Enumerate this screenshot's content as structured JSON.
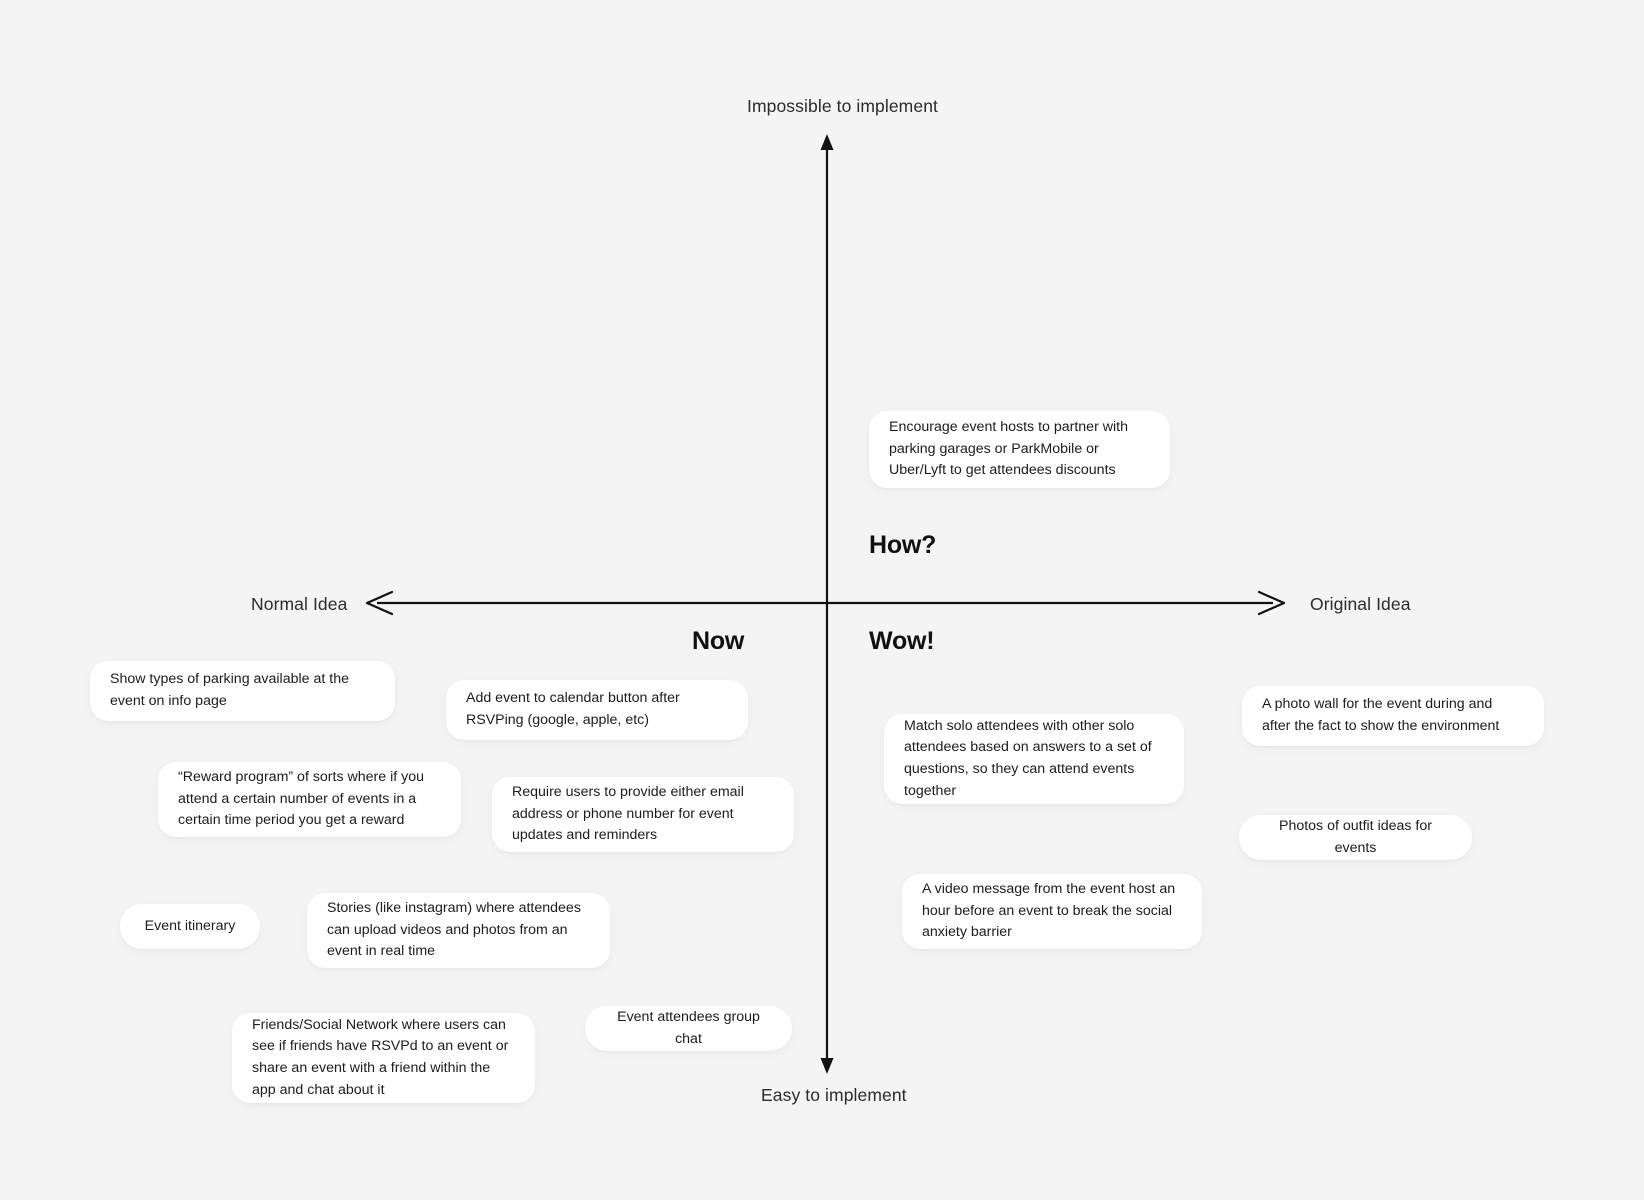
{
  "board": {
    "background_color": "#f4f4f4",
    "note_color": "#ffffff",
    "text_color": "#1c1c1c"
  },
  "axes": {
    "vertical": {
      "top_label": "Impossible to implement",
      "bottom_label": "Easy to implement"
    },
    "horizontal": {
      "left_label": "Normal Idea",
      "right_label": "Original Idea"
    }
  },
  "quadrants": {
    "top_right": "How?",
    "bottom_left": "Now",
    "bottom_right": "Wow!"
  },
  "notes": [
    {
      "id": "note-parking-partners",
      "quadrant": "how",
      "text": "Encourage event hosts to partner with parking garages or ParkMobile or Uber/Lyft to get attendees discounts"
    },
    {
      "id": "note-parking-types",
      "quadrant": "now",
      "text": "Show types of parking available at the event on info page"
    },
    {
      "id": "note-add-to-calendar",
      "quadrant": "now",
      "text": "Add event to calendar button after RSVPing (google, apple, etc)"
    },
    {
      "id": "note-reward-program",
      "quadrant": "now",
      "text": "“Reward program” of sorts where if you attend a certain number of events in a certain time period you get a reward"
    },
    {
      "id": "note-require-contact",
      "quadrant": "now",
      "text": "Require users to provide either email address or phone number for event updates and reminders"
    },
    {
      "id": "note-event-itinerary",
      "quadrant": "now",
      "text": "Event itinerary"
    },
    {
      "id": "note-stories",
      "quadrant": "now",
      "text": "Stories (like instagram) where attendees can upload videos and photos from an event in real time"
    },
    {
      "id": "note-friends-social-network",
      "quadrant": "now",
      "text": "Friends/Social Network where users can see if friends have RSVPd to an event or share an event with a friend within the app and chat about it"
    },
    {
      "id": "note-group-chat",
      "quadrant": "now",
      "text": "Event attendees group chat"
    },
    {
      "id": "note-match-solo",
      "quadrant": "wow",
      "text": "Match solo attendees with other solo attendees based on answers to a set of questions, so they can attend events together"
    },
    {
      "id": "note-photo-wall",
      "quadrant": "wow",
      "text": "A photo wall for the event during and after the fact to show the environment"
    },
    {
      "id": "note-outfit-ideas",
      "quadrant": "wow",
      "text": "Photos of outfit ideas for events"
    },
    {
      "id": "note-video-message",
      "quadrant": "wow",
      "text": "A video message from the event host an hour before an event to break the social anxiety barrier"
    }
  ]
}
